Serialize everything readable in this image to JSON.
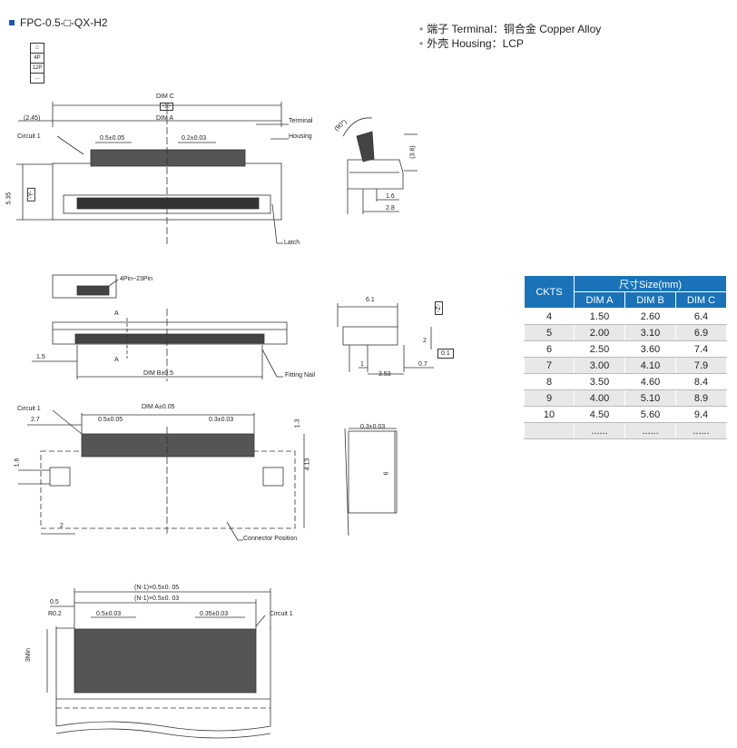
{
  "header": {
    "part_number": "FPC-0.5-□-QX-H2",
    "terminal": "端子 Terminal：铜合金 Copper Alloy",
    "housing": "外壳 Housing：LCP"
  },
  "pin_box": [
    "□",
    "4P",
    "12P",
    "..."
  ],
  "labels": {
    "dim_c": "DIM C",
    "x_datum": "-X-",
    "dim_a": "DIM A",
    "offset_245": "(2.45)",
    "terminal": "Terminal",
    "housing": "Housing",
    "circuit1_a": "Circuit 1",
    "pitch_005": "0.5±0.05",
    "pitch_003": "0.2±0.03",
    "h_535": "5.35",
    "y_datum": "-Y-",
    "latch": "Latch",
    "angle_90": "(90°)",
    "d_36": "(3.6)",
    "d_16": "1.6",
    "d_28": "2.8",
    "pin_range": "4Pin~23Pin",
    "sec_a1": "A",
    "sec_a2": "A",
    "d_15": "1.5",
    "dim_b": "DIM B±0.5",
    "fitting_nail": "Fitting Nail",
    "d_61": "6.1",
    "z_datum": "-Z-",
    "d_2": "2",
    "d_1": "1",
    "d_353": "3.53",
    "d_07": "0.7",
    "flat_01": "0.1",
    "circuit1_b": "Circuit 1",
    "dim_a_pm": "DIM A±0.05",
    "d_27": "2.7",
    "pitch_b1": "0.5±0.05",
    "pitch_b2": "0.3±0.03",
    "d_13": "1.3",
    "d_413": "4.13",
    "d_16b": "1.6",
    "d_2b": "2",
    "conn_pos": "Connector Position",
    "t_03": "0.3±0.03",
    "d_6": "6",
    "n1_a": "(N-1)×0.5±0. 05",
    "n1_b": "(N-1)×0.5±0. 03",
    "d_05": "0.5",
    "r02": "R0.2",
    "pitch_c1": "0.5±0.03",
    "pitch_c2": "0.35±0.03",
    "circuit1_c": "Circuit 1",
    "min3": "3Min"
  },
  "table": {
    "col_ckts": "CKTS",
    "col_size": "尺寸Size(mm)",
    "col_a": "DIM A",
    "col_b": "DIM B",
    "col_c": "DIM C",
    "rows": [
      [
        "4",
        "1.50",
        "2.60",
        "6.4"
      ],
      [
        "5",
        "2.00",
        "3.10",
        "6.9"
      ],
      [
        "6",
        "2.50",
        "3.60",
        "7.4"
      ],
      [
        "7",
        "3.00",
        "4.10",
        "7.9"
      ],
      [
        "8",
        "3.50",
        "4.60",
        "8.4"
      ],
      [
        "9",
        "4.00",
        "5.10",
        "8.9"
      ],
      [
        "10",
        "4.50",
        "5.60",
        "9.4"
      ],
      [
        "",
        "......",
        "......",
        "......"
      ]
    ]
  },
  "colors": {
    "accent": "#1a73b9",
    "bullet": "#1a56b8"
  }
}
